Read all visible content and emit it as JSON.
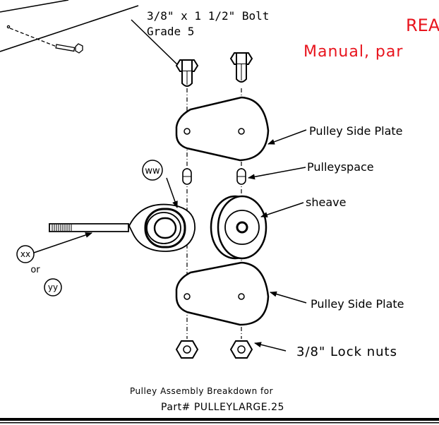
{
  "header": {
    "bolt_line1": "3/8\" x 1 1/2\" Bolt",
    "bolt_line2": "Grade 5",
    "red_title_line1": "REA",
    "red_title_line2": "Manual, par"
  },
  "callouts": {
    "ww": "ww",
    "xx": "xx",
    "or": "or",
    "yy": "yy",
    "pulley_side_plate_top": "Pulley Side Plate",
    "pulleyspace": "Pulleyspace",
    "sheave": "sheave",
    "pulley_side_plate_bottom": "Pulley Side Plate",
    "lock_nuts": "3/8\" Lock nuts"
  },
  "caption": {
    "line1": "Pulley Assembly Breakdown for",
    "line2": "Part# PULLEYLARGE.25"
  },
  "colors": {
    "ink": "#000000",
    "red_title": "#e8141d",
    "background": "#ffffff"
  }
}
